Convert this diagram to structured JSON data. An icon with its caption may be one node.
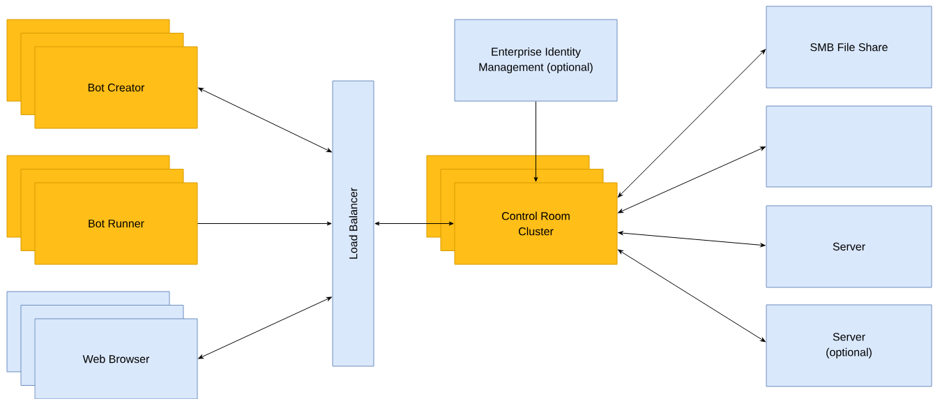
{
  "diagram": {
    "nodes": [
      {
        "text": [
          "Bot Creator"
        ]
      },
      {
        "text": [
          "Bot Runner"
        ]
      },
      {
        "text": [
          "Web Browser"
        ]
      },
      {
        "text": [
          "Load Balancer"
        ]
      },
      {
        "text": [
          "Enterprise Identity Management (optional)"
        ]
      },
      {
        "text": [
          "Control Room Cluster"
        ]
      },
      {
        "text": [
          "SMB File Share"
        ]
      },
      {
        "text": [],
        "shape": "box"
      },
      {
        "text": [
          "Server"
        ]
      },
      {
        "text": [
          "Server (optional)"
        ]
      }
    ],
    "edges": [
      {
        "from": 0,
        "to": 3,
        "arrow": "both"
      },
      {
        "from": 1,
        "to": 3,
        "arrow": "to"
      },
      {
        "from": 2,
        "to": 3,
        "arrow": "both"
      },
      {
        "from": 3,
        "to": 5,
        "arrow": "both"
      },
      {
        "from": 4,
        "to": 5,
        "arrow": "to"
      },
      {
        "from": 5,
        "to": 6,
        "arrow": "both"
      },
      {
        "from": 5,
        "to": 7,
        "arrow": "both"
      },
      {
        "from": 5,
        "to": 8,
        "arrow": "both"
      },
      {
        "from": 5,
        "to": 9,
        "arrow": "both"
      }
    ]
  }
}
